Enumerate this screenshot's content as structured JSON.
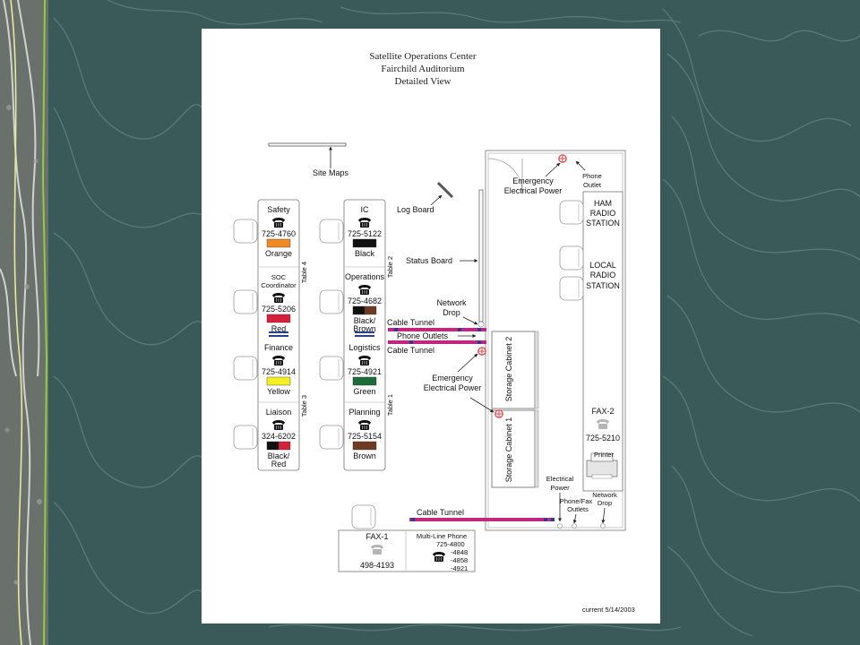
{
  "title": {
    "line1": "Satellite Operations Center",
    "line2": "Fairchild Auditorium",
    "line3": "Detailed View"
  },
  "labels": {
    "site_maps": "Site Maps",
    "log_board": "Log Board",
    "status_board": "Status Board",
    "network_drop": "Network Drop",
    "cable_tunnel_1": "Cable Tunnel",
    "phone_outlets": "Phone Outlets",
    "cable_tunnel_2": "Cable Tunnel",
    "cable_tunnel_3": "Cable Tunnel",
    "emergency_power_top": "Emergency Electrical Power",
    "emergency_power_mid": "Emergency Electrical Power",
    "phone_outlet": "Phone Outlet",
    "ham_radio": "HAM RADIO STATION",
    "local_radio": "LOCAL RADIO STATION",
    "storage_cabinet_1": "Storage Cabinet 1",
    "storage_cabinet_2": "Storage Cabinet 2",
    "fax2_label": "FAX-2",
    "fax2_number": "725-5210",
    "printer": "Printer",
    "electrical_power": "Electrical Power",
    "phone_fax_outlets": "Phone/Fax Outlets",
    "network_drop_bottom": "Network Drop",
    "fax1_label": "FAX-1",
    "fax1_number": "498-4193",
    "multiline_label": "Multi-Line Phone",
    "multiline_numbers": [
      "725-4800",
      "-4848",
      "-4858",
      "-4921"
    ],
    "table_1": "Table 1",
    "table_2": "Table 2",
    "table_3": "Table 3",
    "table_4": "Table 4",
    "current": "current 5/14/2003"
  },
  "stations": [
    {
      "role": "Safety",
      "phone": "725-4760",
      "color_name": "Orange",
      "swatch": [
        "#f08a24"
      ]
    },
    {
      "role": "SOC Coordinator",
      "phone": "725-5206",
      "color_name": "Red",
      "swatch": [
        "#d81e3a"
      ]
    },
    {
      "role": "Finance",
      "phone": "725-4914",
      "color_name": "Yellow",
      "swatch": [
        "#f4ee23"
      ]
    },
    {
      "role": "Liaison",
      "phone": "324-6202",
      "color_name": "Black/ Red",
      "swatch": [
        "#111111",
        "#d81e3a"
      ]
    },
    {
      "role": "IC",
      "phone": "725-5122",
      "color_name": "Black",
      "swatch": [
        "#111111"
      ]
    },
    {
      "role": "Operations",
      "phone": "725-4682",
      "color_name": "Black/ Brown",
      "swatch": [
        "#111111",
        "#6e3b22"
      ]
    },
    {
      "role": "Logistics",
      "phone": "725-4921",
      "color_name": "Green",
      "swatch": [
        "#1e6b3a"
      ]
    },
    {
      "role": "Planning",
      "phone": "725-5154",
      "color_name": "Brown",
      "swatch": [
        "#6e3b22"
      ]
    }
  ],
  "colors": {
    "background": "#3a5a5a",
    "contour": "#5c7a7a",
    "cable": "#c2267e",
    "outlet": "#2b3f8f",
    "power": "#e04040"
  }
}
